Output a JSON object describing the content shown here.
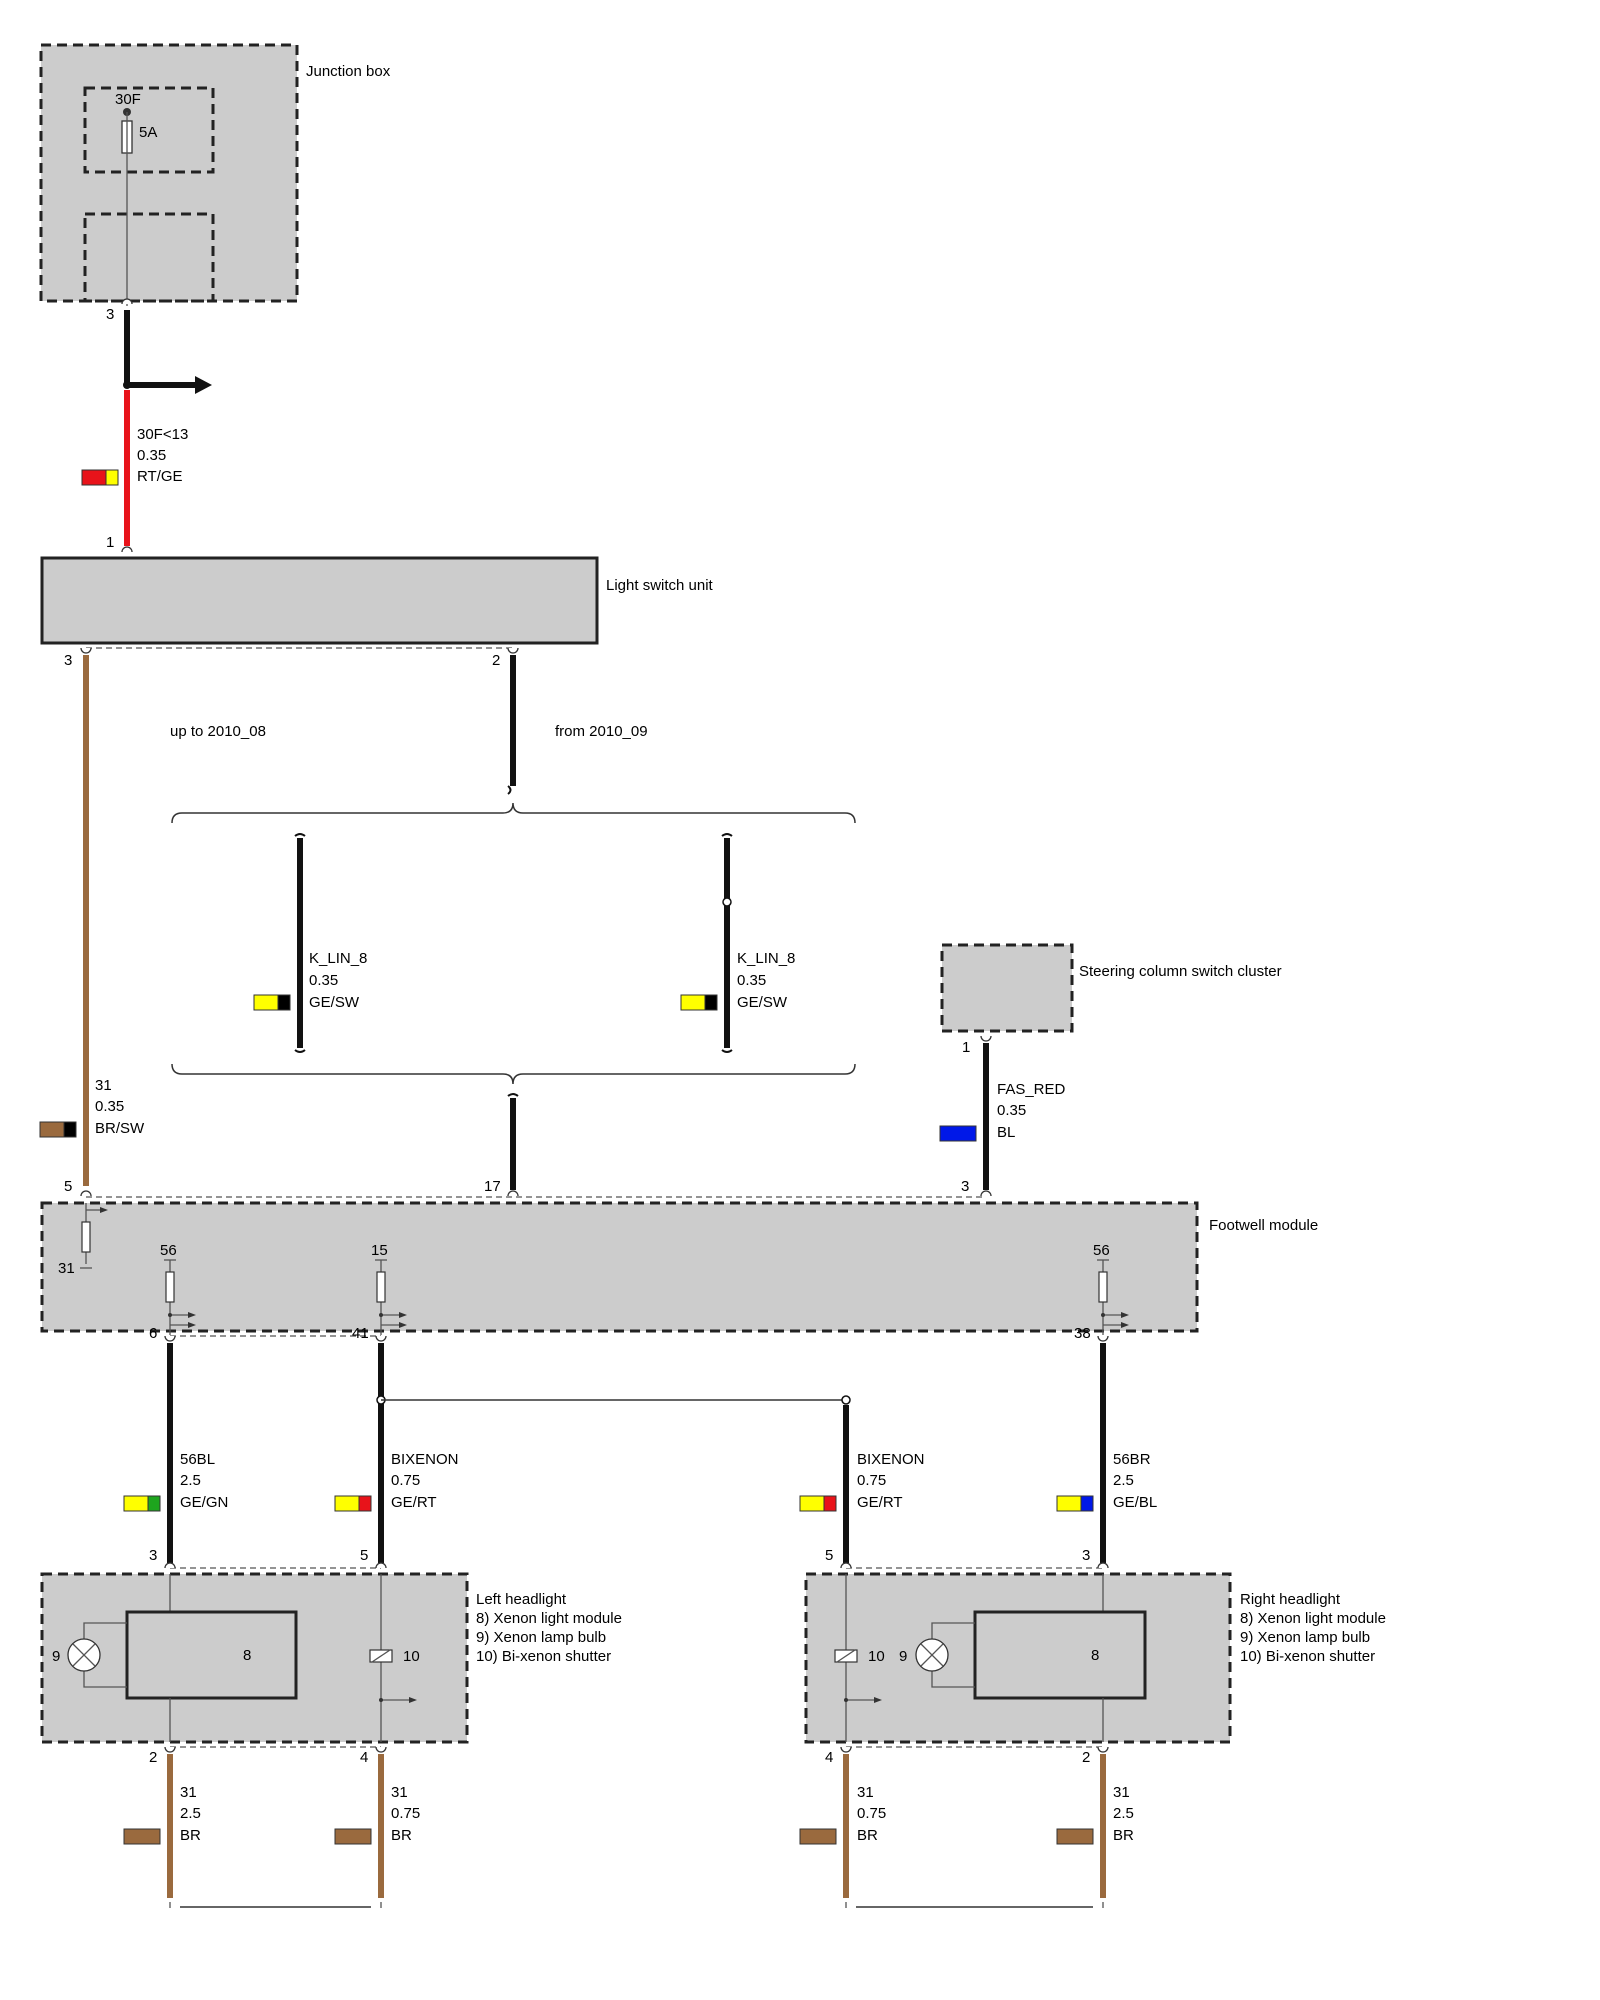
{
  "colors": {
    "red": "#e8131a",
    "yellow": "#ffff00",
    "black": "#000000",
    "brown": "#9a6a3e",
    "blue": "#0018e8",
    "green": "#1ea51e",
    "box_fill": "#cccccc"
  },
  "components": {
    "junction_box": {
      "label": "Junction box",
      "fuse_name": "30F",
      "fuse_rating": "5A",
      "pin_out": "3"
    },
    "light_switch": {
      "label": "Light switch unit",
      "pin_in": "1",
      "pin_left": "3",
      "pin_right": "2"
    },
    "steering": {
      "label": "Steering column switch cluster",
      "pin": "1"
    },
    "footwell": {
      "label": "Footwell module",
      "pin_top_left": "5",
      "pin_top_mid": "17",
      "pin_top_right": "3",
      "ground_label": "31",
      "sub_a": "56",
      "sub_b": "15",
      "sub_c": "56",
      "pin_bot_a": "6",
      "pin_bot_b": "41",
      "pin_bot_c": "38"
    },
    "left_headlight": {
      "title": "Left headlight",
      "item8": "8)    Xenon light module",
      "item9": "9)    Xenon lamp bulb",
      "item10": "10)  Bi-xenon shutter",
      "num8": "8",
      "num9": "9",
      "num10": "10",
      "pin_top_a": "3",
      "pin_top_b": "5",
      "pin_bot_a": "2",
      "pin_bot_b": "4"
    },
    "right_headlight": {
      "title": "Right headlight",
      "item8": "8)    Xenon light module",
      "item9": "9)    Xenon lamp bulb",
      "item10": "10)  Bi-xenon shutter",
      "num8": "8",
      "num9": "9",
      "num10": "10",
      "pin_top_a": "5",
      "pin_top_b": "3",
      "pin_bot_a": "4",
      "pin_bot_b": "2"
    }
  },
  "variants": {
    "left": "up to 2010_08",
    "right": "from 2010_09"
  },
  "wires": {
    "w_30f": {
      "name": "30F<13",
      "size": "0.35",
      "color": "RT/GE"
    },
    "w_31_brsw": {
      "name": "31",
      "size": "0.35",
      "color": "BR/SW"
    },
    "w_klin_a": {
      "name": "K_LIN_8",
      "size": "0.35",
      "color": "GE/SW"
    },
    "w_klin_b": {
      "name": "K_LIN_8",
      "size": "0.35",
      "color": "GE/SW"
    },
    "w_fas": {
      "name": "FAS_RED",
      "size": "0.35",
      "color": "BL"
    },
    "w_56bl": {
      "name": "56BL",
      "size": "2.5",
      "color": "GE/GN"
    },
    "w_bix_a": {
      "name": "BIXENON",
      "size": "0.75",
      "color": "GE/RT"
    },
    "w_bix_b": {
      "name": "BIXENON",
      "size": "0.75",
      "color": "GE/RT"
    },
    "w_56br": {
      "name": "56BR",
      "size": "2.5",
      "color": "GE/BL"
    },
    "w_gl_a": {
      "name": "31",
      "size": "2.5",
      "color": "BR"
    },
    "w_gl_b": {
      "name": "31",
      "size": "0.75",
      "color": "BR"
    },
    "w_gr_a": {
      "name": "31",
      "size": "0.75",
      "color": "BR"
    },
    "w_gr_b": {
      "name": "31",
      "size": "2.5",
      "color": "BR"
    }
  }
}
